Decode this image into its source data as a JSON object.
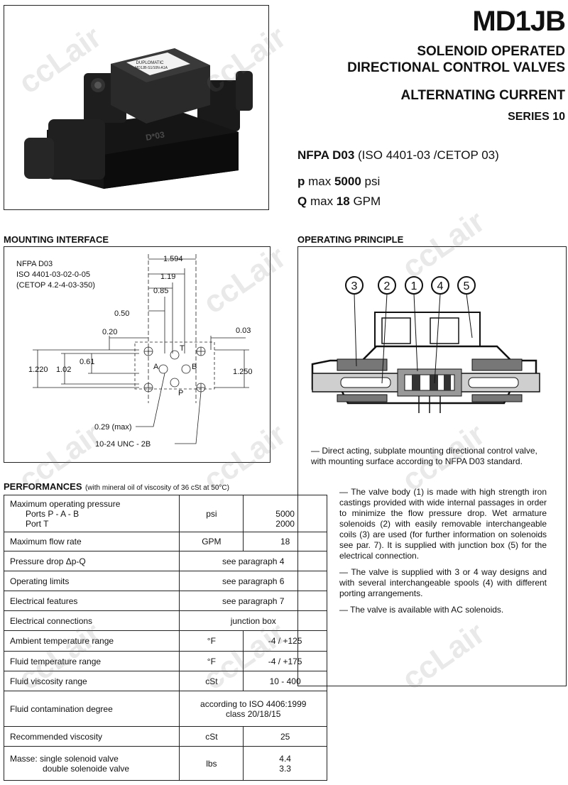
{
  "header": {
    "model": "MD1JB",
    "line1": "SOLENOID OPERATED",
    "line2": "DIRECTIONAL CONTROL VALVES",
    "current": "ALTERNATING CURRENT",
    "series": "SERIES 10"
  },
  "specs": {
    "nfpa_bold": "NFPA D03",
    "nfpa_rest": " (ISO 4401-03 /CETOP 03)",
    "p_label": "p",
    "p_mid": " max ",
    "p_value": "5000",
    "p_unit": " psi",
    "q_label": "Q",
    "q_mid": " max ",
    "q_value": "18",
    "q_unit": " GPM"
  },
  "photo": {
    "label1": "DUPLOMATIC",
    "label2": "MD1JB-S1/10N-A1A",
    "body_mark": "D*03"
  },
  "mounting": {
    "heading": "MOUNTING INTERFACE",
    "std1": "NFPA D03",
    "std2": "ISO 4401-03-02-0-05",
    "std3": "(CETOP 4.2-4-03-350)",
    "dims": {
      "d1594": "1.594",
      "d119": "1.19",
      "d085": "0.85",
      "d050": "0.50",
      "d020": "0.20",
      "d003": "0.03",
      "d061": "0.61",
      "d1220": "1.220",
      "d102": "1.02",
      "d1250": "1.250",
      "d029": "0.29 (max)",
      "thread": "10-24 UNC - 2B"
    },
    "ports": {
      "t": "T",
      "a": "A",
      "b": "B",
      "p": "P"
    }
  },
  "principle": {
    "heading": "OPERATING PRINCIPLE",
    "callouts": [
      "3",
      "2",
      "1",
      "4",
      "5"
    ],
    "intro": "Direct acting, subplate mounting directional control valve, with mounting surface according to NFPA D03 standard.",
    "bullet1": "The valve body (1) is made with high strength iron castings provided with wide internal passages in order to minimize the flow pressure drop. Wet armature solenoids (2) with easily removable interchangeable coils (3) are used (for further information on solenoids see par. 7). It is supplied with junction box (5) for the electrical connection.",
    "bullet2": "The valve is supplied with 3 or 4 way designs and with several interchangeable spools (4) with different porting arrangements.",
    "bullet3": "The valve is available with AC solenoids.",
    "dash": "—"
  },
  "performances": {
    "heading": "PERFORMANCES",
    "note": "(with mineral oil of viscosity of 36 cSt at 50°C)",
    "rows": {
      "r1_l1": "Maximum operating pressure",
      "r1_l2": "Ports  P - A - B",
      "r1_l3": "Port T",
      "r1_unit": "psi",
      "r1_v1": "5000",
      "r1_v2": "2000",
      "r2_label": "Maximum flow rate",
      "r2_unit": "GPM",
      "r2_val": "18",
      "r3_label": "Pressure drop Δp-Q",
      "r3_val": "see paragraph 4",
      "r4_label": "Operating limits",
      "r4_val": "see paragraph 6",
      "r5_label": "Electrical features",
      "r5_val": "see paragraph 7",
      "r6_label": "Electrical connections",
      "r6_val": "junction box",
      "r7_label": "Ambient temperature range",
      "r7_unit": "°F",
      "r7_val": "-4 / +125",
      "r8_label": "Fluid temperature range",
      "r8_unit": "°F",
      "r8_val": "-4 / +175",
      "r9_label": "Fluid viscosity range",
      "r9_unit": "cSt",
      "r9_val": "10 - 400",
      "r10_label": "Fluid contamination degree",
      "r10_val1": "according to ISO 4406:1999",
      "r10_val2": "class 20/18/15",
      "r11_label": "Recommended viscosity",
      "r11_unit": "cSt",
      "r11_val": "25",
      "r12_l1": "Masse:  single solenoid valve",
      "r12_l2": "double solenoide valve",
      "r12_unit": "lbs",
      "r12_v1": "4.4",
      "r12_v2": "3.3"
    }
  },
  "watermark": "ccLair"
}
